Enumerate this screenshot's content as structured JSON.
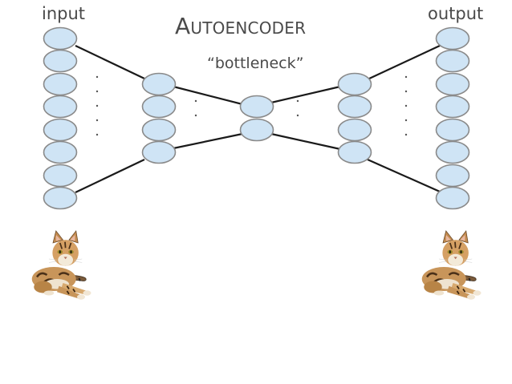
{
  "diagram": {
    "title": "Autoencoder",
    "bottleneck_label": "“bottleneck”",
    "input_label": "input",
    "output_label": "output",
    "layers": [
      {
        "name": "input-layer",
        "node_count": 8
      },
      {
        "name": "encoder-hidden-layer",
        "node_count": 4
      },
      {
        "name": "bottleneck-layer",
        "node_count": 2
      },
      {
        "name": "decoder-hidden-layer",
        "node_count": 4
      },
      {
        "name": "output-layer",
        "node_count": 8
      }
    ],
    "images": [
      {
        "name": "input-cat-image",
        "depicts": "cat"
      },
      {
        "name": "output-cat-image",
        "depicts": "cat"
      }
    ],
    "colors": {
      "node_fill": "#cfe4f5",
      "node_stroke": "#8a8a8a",
      "edge": "#1a1a1a",
      "text": "#4a4a4a"
    }
  }
}
